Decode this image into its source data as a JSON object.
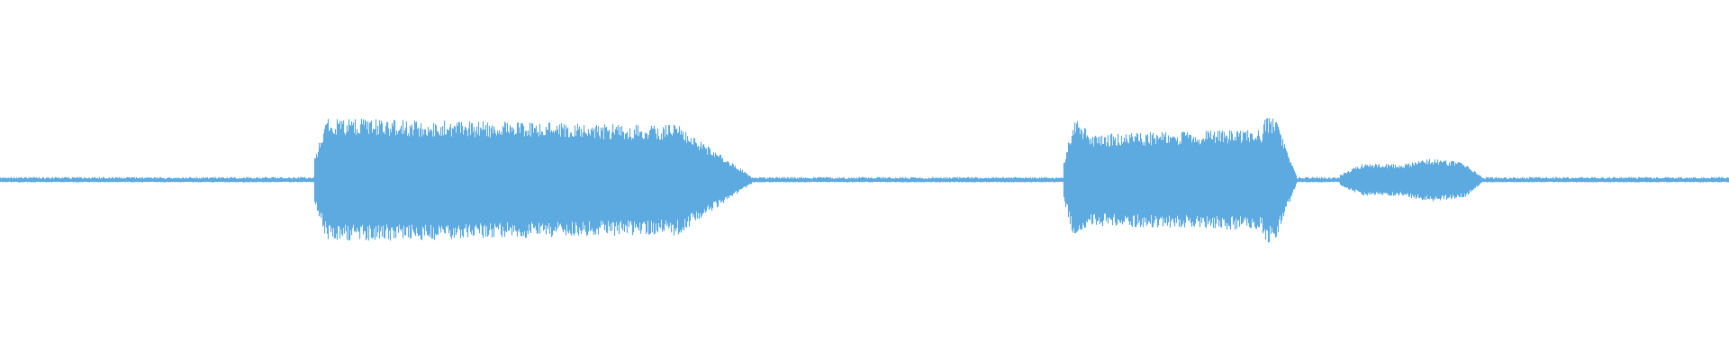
{
  "waveform": {
    "color": "#5DAAE0",
    "background": "#FFFFFF",
    "levels": {
      "baseline_amplitude": 0.012,
      "segments": [
        {
          "start": 0.0,
          "end": 0.1815,
          "amp": 0.012
        },
        {
          "start": 0.1815,
          "end": 0.4345,
          "amp": 0.32,
          "profile": "sustained-fade"
        },
        {
          "start": 0.4345,
          "end": 0.615,
          "amp": 0.012
        },
        {
          "start": 0.615,
          "end": 0.75,
          "amp": 0.28,
          "profile": "sustained-peak-end"
        },
        {
          "start": 0.775,
          "end": 0.8575,
          "amp": 0.11,
          "profile": "soft-swell"
        },
        {
          "start": 0.8575,
          "end": 1.0,
          "amp": 0.012
        }
      ]
    }
  }
}
